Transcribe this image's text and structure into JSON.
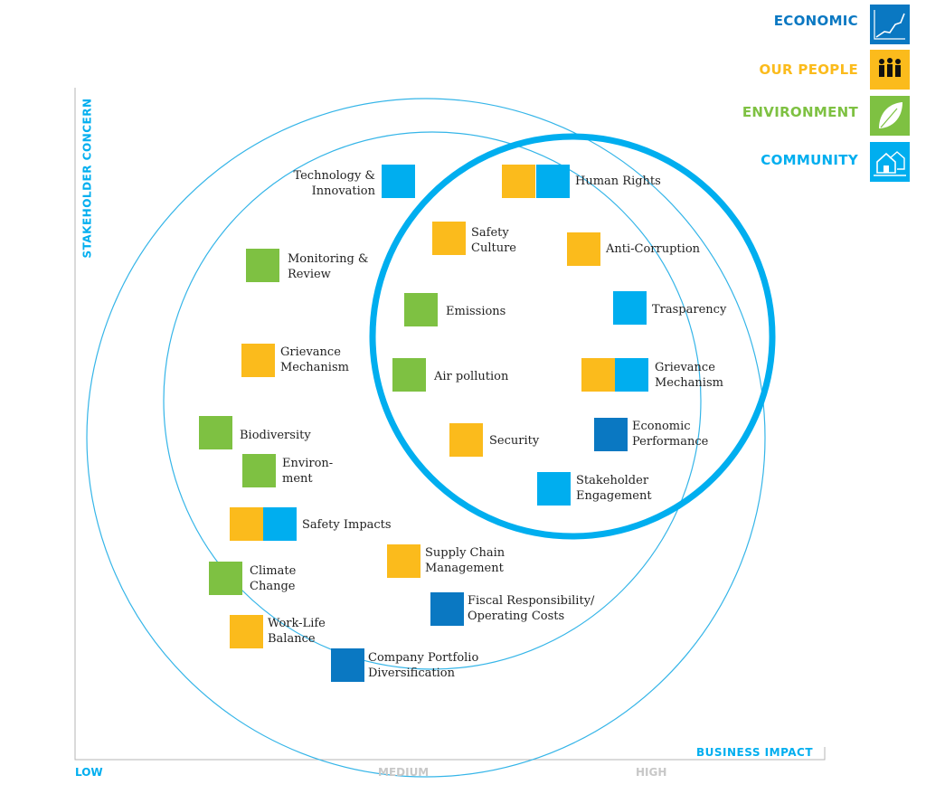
{
  "legend": [
    {
      "key": "economic",
      "label": "ECONOMIC",
      "color": "#0a78c2",
      "icon": "chart-trend-icon"
    },
    {
      "key": "people",
      "label": "OUR PEOPLE",
      "color": "#fbbb1c",
      "icon": "people-icon"
    },
    {
      "key": "env",
      "label": "ENVIRONMENT",
      "color": "#7ec142",
      "icon": "leaf-icon"
    },
    {
      "key": "community",
      "label": "COMMUNITY",
      "color": "#00aeef",
      "icon": "house-icon"
    }
  ],
  "axes": {
    "y_label": "STAKEHOLDER CONCERN",
    "x_label": "BUSINESS IMPACT",
    "ticks": {
      "low": "LOW",
      "medium": "MEDIUM",
      "high": "HIGH"
    }
  },
  "topics": [
    {
      "id": "tech",
      "line1": "Technology &",
      "line2": "Innovation",
      "cats": [
        "community"
      ]
    },
    {
      "id": "human-rights",
      "line1": "Human Rights",
      "line2": "",
      "cats": [
        "people",
        "community"
      ]
    },
    {
      "id": "safety-culture",
      "line1": "Safety",
      "line2": "Culture",
      "cats": [
        "people"
      ]
    },
    {
      "id": "anti-corruption",
      "line1": "Anti-Corruption",
      "line2": "",
      "cats": [
        "people"
      ]
    },
    {
      "id": "monitoring",
      "line1": "Monitoring &",
      "line2": "Review",
      "cats": [
        "env"
      ]
    },
    {
      "id": "emissions",
      "line1": "Emissions",
      "line2": "",
      "cats": [
        "env"
      ]
    },
    {
      "id": "trasparency",
      "line1": "Trasparency",
      "line2": "",
      "cats": [
        "community"
      ]
    },
    {
      "id": "grievance-left",
      "line1": "Grievance",
      "line2": "Mechanism",
      "cats": [
        "people"
      ]
    },
    {
      "id": "air-pollution",
      "line1": "Air pollution",
      "line2": "",
      "cats": [
        "env"
      ]
    },
    {
      "id": "grievance-right",
      "line1": "Grievance",
      "line2": "Mechanism",
      "cats": [
        "people",
        "community"
      ]
    },
    {
      "id": "economic-performance",
      "line1": "Economic",
      "line2": "Performance",
      "cats": [
        "economic"
      ]
    },
    {
      "id": "biodiversity",
      "line1": "Biodiversity",
      "line2": "",
      "cats": [
        "env"
      ]
    },
    {
      "id": "security",
      "line1": "Security",
      "line2": "",
      "cats": [
        "people"
      ]
    },
    {
      "id": "environment",
      "line1": "Environ-",
      "line2": "ment",
      "cats": [
        "env"
      ]
    },
    {
      "id": "stakeholder",
      "line1": "Stakeholder",
      "line2": "Engagement",
      "cats": [
        "community"
      ]
    },
    {
      "id": "safety-impacts",
      "line1": "Safety Impacts",
      "line2": "",
      "cats": [
        "people",
        "community"
      ]
    },
    {
      "id": "supply-chain",
      "line1": "Supply Chain",
      "line2": "Management",
      "cats": [
        "people"
      ]
    },
    {
      "id": "climate",
      "line1": "Climate",
      "line2": "Change",
      "cats": [
        "env"
      ]
    },
    {
      "id": "fiscal",
      "line1": "Fiscal Responsibility/",
      "line2": "Operating Costs",
      "cats": [
        "economic"
      ]
    },
    {
      "id": "work-life",
      "line1": "Work-Life",
      "line2": "Balance",
      "cats": [
        "people"
      ]
    },
    {
      "id": "portfolio",
      "line1": "Company Portfolio",
      "line2": "Diversification",
      "cats": [
        "economic"
      ]
    }
  ]
}
